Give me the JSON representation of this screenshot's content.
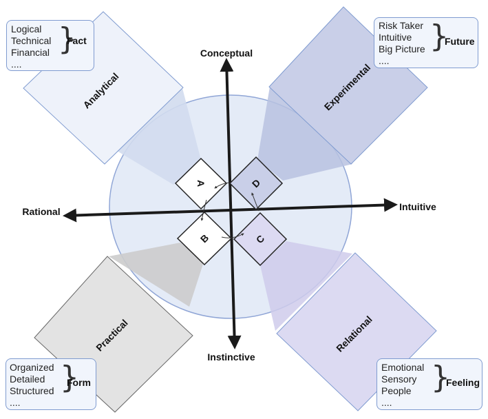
{
  "axes": {
    "top": "Conceptual",
    "bottom": "Instinctive",
    "left": "Rational",
    "right": "Intuitive"
  },
  "quadrants": [
    {
      "id": "A",
      "name": "Analytical",
      "color": "#eef2fa"
    },
    {
      "id": "B",
      "name": "Practical",
      "color": "#e3e3e3"
    },
    {
      "id": "C",
      "name": "Relational",
      "color": "#dcdaf2"
    },
    {
      "id": "D",
      "name": "Experimental",
      "color": "#c9cfe8"
    }
  ],
  "info_boxes": {
    "analytical": {
      "items": [
        "Logical",
        "Technical",
        "Financial",
        "...."
      ],
      "key": "Fact"
    },
    "experimental": {
      "items": [
        "Risk Taker",
        "Intuitive",
        "Big Picture",
        "...."
      ],
      "key": "Future"
    },
    "practical": {
      "items": [
        "Organized",
        "Detailed",
        "Structured",
        "...."
      ],
      "key": "Form"
    },
    "relational": {
      "items": [
        "Emotional",
        "Sensory",
        "People",
        "...."
      ],
      "key": "Feeling"
    }
  },
  "colors": {
    "circle_fill": "#e4ebf7",
    "circle_stroke": "#8fa5d6",
    "box_border": "#7f9bd0",
    "axis": "#1a1a1a"
  }
}
